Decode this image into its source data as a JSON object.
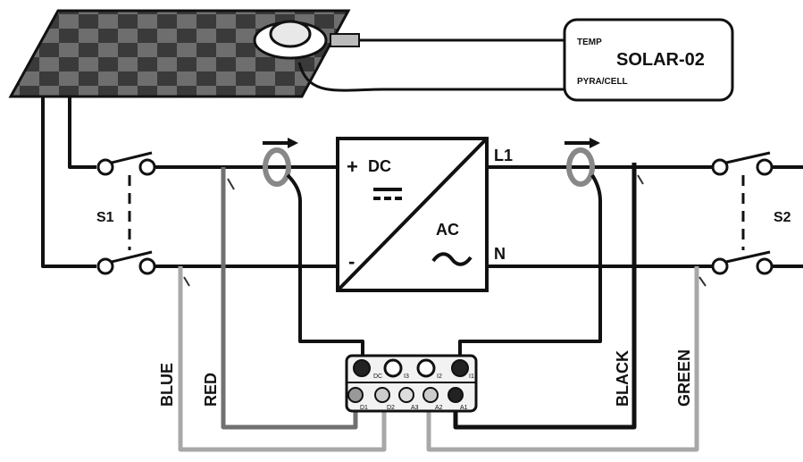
{
  "meter": {
    "name": "SOLAR-02",
    "temp_label": "TEMP",
    "pyra_label": "PYRA/CELL"
  },
  "converter": {
    "dc_label": "DC",
    "ac_label": "AC",
    "plus_sign": "+",
    "minus_sign": "-",
    "dc_symbol": "=",
    "ac_symbol": "~"
  },
  "lines": {
    "l1": "L1",
    "n": "N"
  },
  "switches": {
    "s1": "S1",
    "s2": "S2"
  },
  "wires": {
    "blue": "BLUE",
    "red": "RED",
    "black": "BLACK",
    "green": "GREEN"
  },
  "terminal_block": {
    "top_labels": [
      "DC",
      "I3",
      "I2",
      "I1"
    ],
    "bottom_labels": [
      "D1",
      "D2",
      "A3",
      "A2",
      "A1"
    ]
  },
  "colors": {
    "line": "#111111",
    "panel_dark": "#3a3a3a",
    "panel_light": "#6e6e6e",
    "sense_wire": "#9a9a9a"
  }
}
